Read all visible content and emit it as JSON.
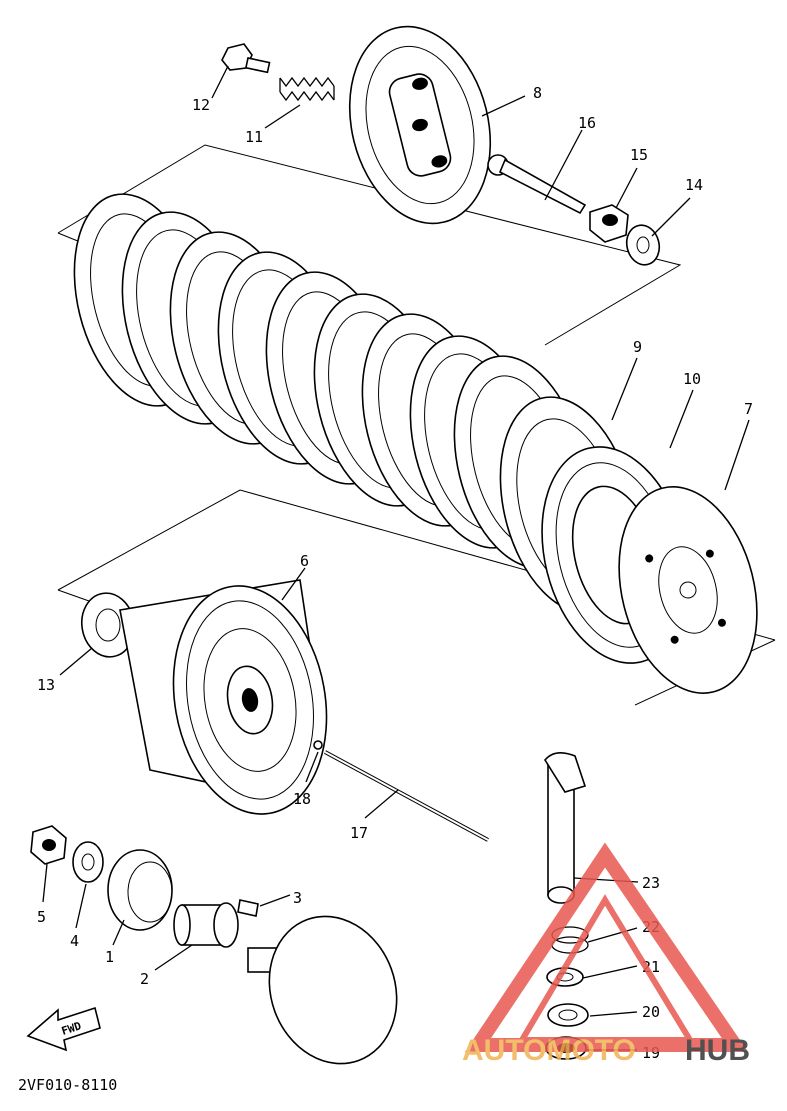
{
  "diagram": {
    "code": "2VF010-8110",
    "fwd_label": "FWD",
    "callouts": {
      "c1": "1",
      "c2": "2",
      "c3": "3",
      "c4": "4",
      "c5": "5",
      "c6": "6",
      "c7": "7",
      "c8": "8",
      "c9": "9",
      "c10": "10",
      "c11": "11",
      "c12": "12",
      "c13": "13",
      "c14": "14",
      "c15": "15",
      "c16": "16",
      "c17": "17",
      "c18": "18",
      "c19": "19",
      "c20": "20",
      "c21": "21",
      "c22": "22",
      "c23": "23"
    }
  },
  "watermark": {
    "brand_a": "AUTOMOTO",
    "brand_b": "HUB",
    "color_red": "#e8584f",
    "color_orange": "#f2b352",
    "color_gray": "#333333"
  }
}
